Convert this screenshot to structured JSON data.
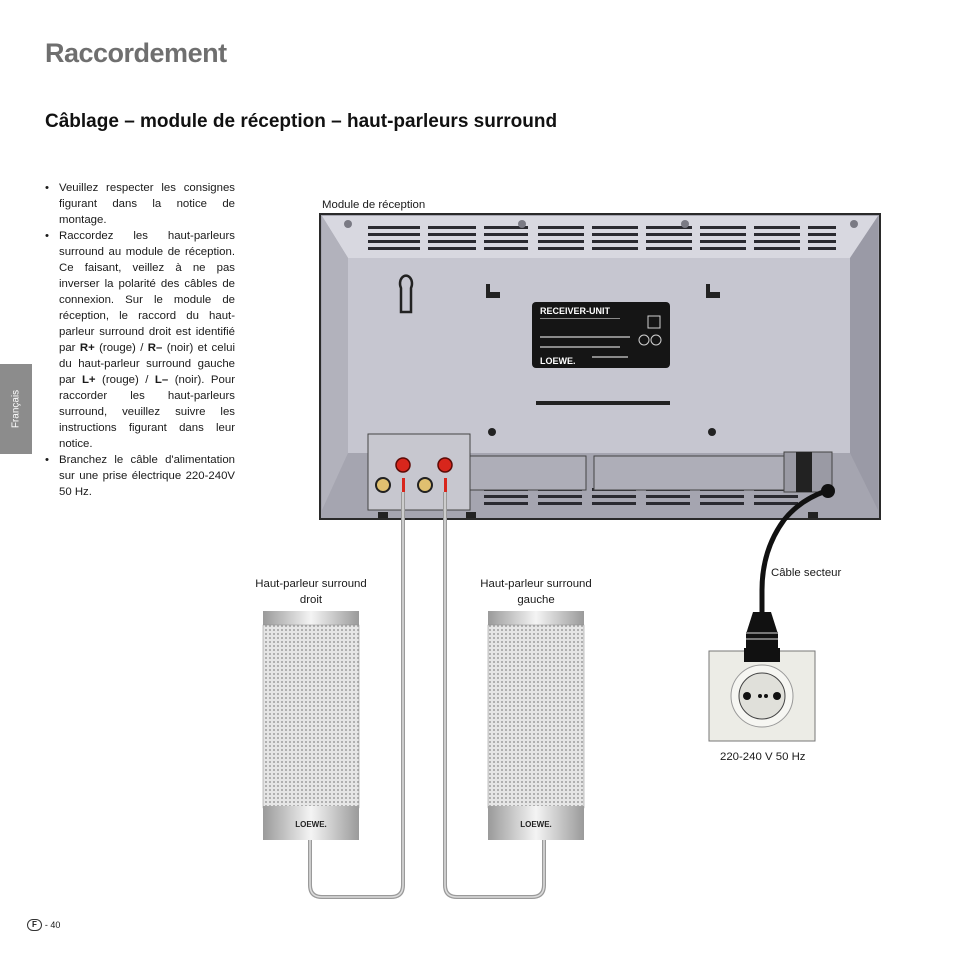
{
  "page": {
    "title": "Raccordement",
    "section_title": "Câblage – module de réception – haut-parleurs surround",
    "side_tab": "Français"
  },
  "instructions": {
    "b1": "Veuillez respecter les consignes figurant dans la notice de montage.",
    "b2_a": "Raccordez les haut-parleurs surround au module de réception. Ce faisant, veillez à ne pas inverser la polarité des câbles de connexion. Sur le module de réception, le raccord du haut-parleur surround droit est identifié par ",
    "b2_rp": "R+",
    "b2_b": " (rouge) / ",
    "b2_rm": "R–",
    "b2_c": " (noir) et celui du haut-parleur surround gauche par ",
    "b2_lp": "L+",
    "b2_d": " (rouge) / ",
    "b2_lm": "L–",
    "b2_e": " (noir). Pour raccorder les haut-parleurs surround, veuillez suivre les instructions figurant dans leur notice.",
    "b3": "Branchez le câble d'alimentation sur une prise électrique 220-240V 50 Hz."
  },
  "diagram": {
    "module_label": "Module de réception",
    "receiver_plate": "RECEIVER-UNIT",
    "brand": "LOEWE.",
    "speaker_right_label_1": "Haut-parleur surround",
    "speaker_right_label_2": "droit",
    "speaker_left_label_1": "Haut-parleur surround",
    "speaker_left_label_2": "gauche",
    "power_cable_label": "Câble secteur",
    "socket_label": "220-240 V 50 Hz"
  },
  "footer": {
    "badge": "F",
    "page_number": "- 40"
  },
  "colors": {
    "receiver_body": "#bdbdc8",
    "terminal_red": "#d8261c",
    "title_gray": "#6f6f6f"
  }
}
